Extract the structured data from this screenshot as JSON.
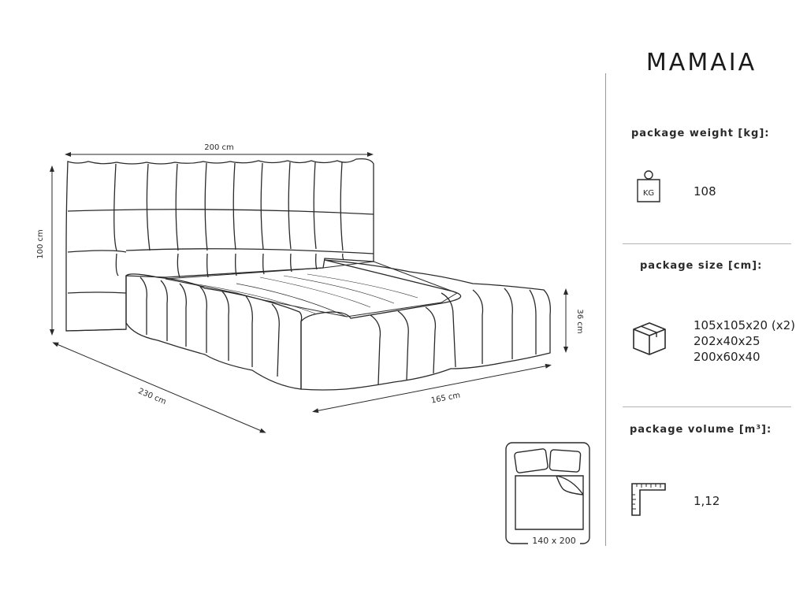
{
  "product": {
    "name": "MAMAIA"
  },
  "dimensions": {
    "width": "200 cm",
    "height": "100 cm",
    "length": "230 cm",
    "frame_width": "165 cm",
    "frame_height": "36 cm",
    "mattress": "140 x 200"
  },
  "specs": {
    "weight": {
      "label": "package weight [kg]:",
      "icon_text": "KG",
      "value": "108",
      "icon": "weight-icon"
    },
    "size": {
      "label": "package size [cm]:",
      "icon": "box-icon",
      "values": [
        "105x105x20 (x2)",
        "202x40x25",
        "200x60x40"
      ]
    },
    "volume": {
      "label": "package volume [m³]:",
      "icon": "ruler-square-icon",
      "value": "1,12"
    }
  }
}
